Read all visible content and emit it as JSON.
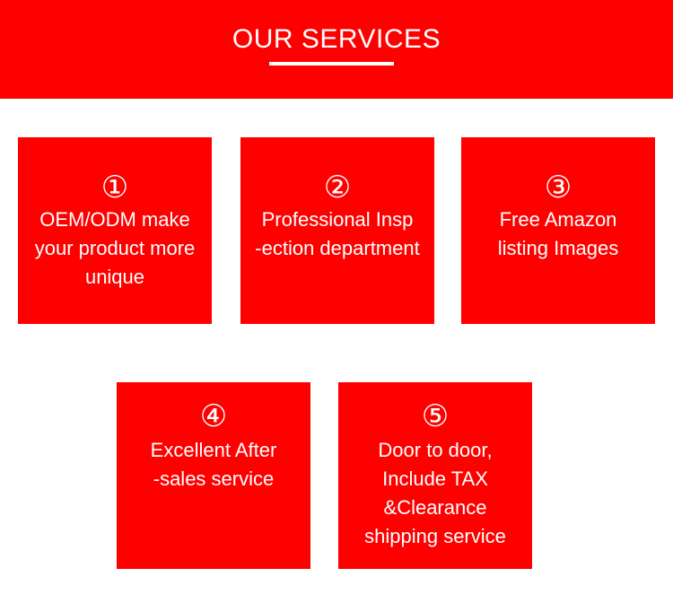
{
  "header": {
    "title": "OUR SERVICES",
    "color": "#ff0000"
  },
  "services": [
    {
      "number": "①",
      "text": "OEM/ODM make\nyour product more\nunique"
    },
    {
      "number": "②",
      "text": "Professional Insp\n-ection department"
    },
    {
      "number": "③",
      "text": "Free Amazon\nlisting Images"
    },
    {
      "number": "④",
      "text": "Excellent After\n-sales service"
    },
    {
      "number": "⑤",
      "text": "Door to door,\nInclude TAX\n&Clearance\nshipping service"
    }
  ]
}
